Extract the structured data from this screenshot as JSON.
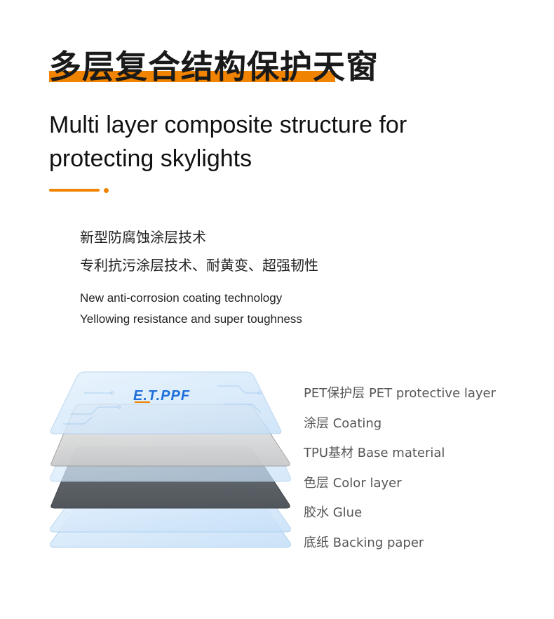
{
  "header": {
    "title_cn": "多层复合结构保护天窗",
    "title_en_line1": "Multi layer composite structure for",
    "title_en_line2": "protecting skylights"
  },
  "features": {
    "cn": [
      "新型防腐蚀涂层技术",
      "专利抗污涂层技术、耐黄变、超强韧性"
    ],
    "en": [
      "New anti-corrosion coating technology",
      "Yellowing resistance and super toughness"
    ]
  },
  "diagram": {
    "brand_text": "E.T.PPF",
    "layers": [
      "PET保护层 PET protective layer",
      "涂层 Coating",
      "TPU基材 Base material",
      "色层 Color layer",
      "胶水 Glue",
      "底纸 Backing paper"
    ]
  },
  "colors": {
    "accent": "#f08300",
    "brand_blue": "#1e6fd9"
  }
}
